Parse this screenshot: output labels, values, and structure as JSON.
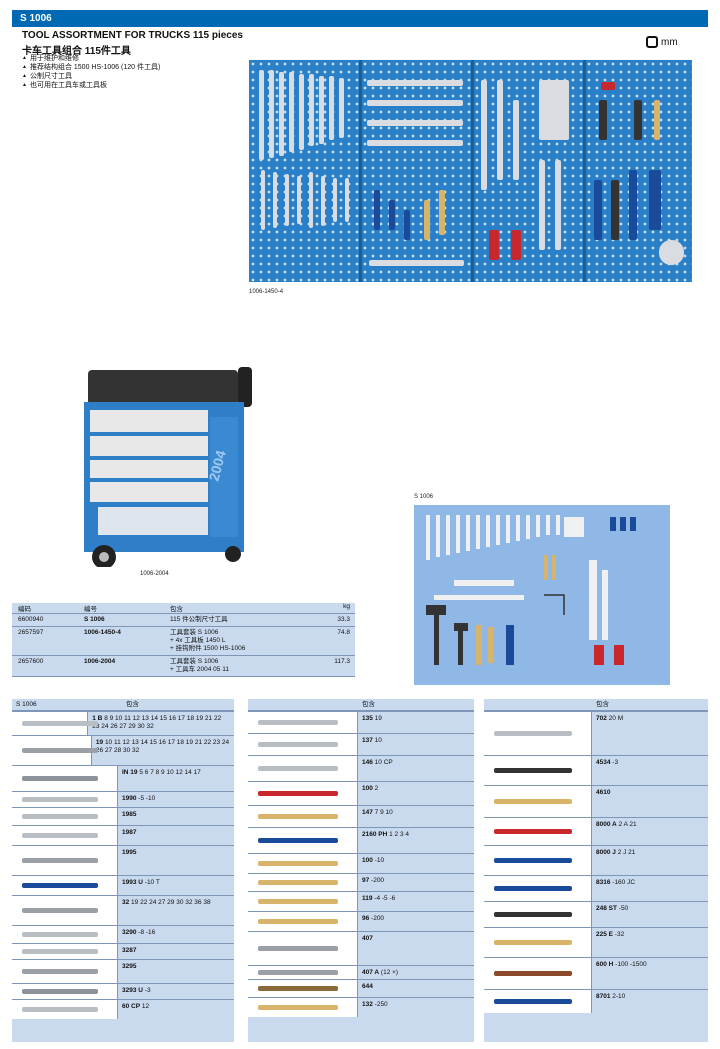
{
  "header": {
    "code": "S 1006"
  },
  "title": {
    "en": "TOOL ASSORTMENT FOR TRUCKS 115 pieces",
    "cn": "卡车工具组合 115件工具",
    "bullets": [
      "用于维护和维修",
      "推荐结构组合 1500 HS-1006 (120 件工具)",
      "公制尺寸工具",
      "也可用在工具车或工具板"
    ]
  },
  "unit_badge": {
    "icon": "hex-nut-icon",
    "label": "mm"
  },
  "captions": {
    "pegboard": "1006-1450-4",
    "cart": "1006-2004",
    "tray": "S 1006"
  },
  "order_table": {
    "headers": [
      "编码",
      "编号",
      "包含",
      "kg"
    ],
    "rows": [
      {
        "code": "6600940",
        "item": "S 1006",
        "desc": "115 件公制尺寸工具",
        "kg": "33.3"
      },
      {
        "code": "2657597",
        "item": "1006-1450-4",
        "desc": "工具套装 S 1006\n+ 4x 工具板 1450 L\n+ 挂钩附件 1500 HS-1006",
        "kg": "74.8"
      },
      {
        "code": "2657600",
        "item": "1006-2004",
        "desc": "工具套装 S 1006\n+ 工具车 2004 05 11",
        "kg": "117.3"
      }
    ]
  },
  "contents": {
    "col1": {
      "header_left": "S 1006",
      "header_right": "包含",
      "rows": [
        {
          "name": "combination-wrench",
          "code": "1 B",
          "sizes": "8 9 10 11 12 13 14 15 16 17 18 19 21 22 23 24 26 27 29 30 32"
        },
        {
          "name": "socket",
          "code": "19",
          "sizes": "10 11 12 13 14 15 16 17 18 19 21 22 23 24 26 27 28 30 32"
        },
        {
          "name": "bit-socket",
          "code": "IN 19",
          "sizes": "5 6 7 8 9 10 12 14 17"
        },
        {
          "name": "extension",
          "code": "1990",
          "sizes": "-5 -10"
        },
        {
          "name": "tommy-bar",
          "code": "1985",
          "sizes": ""
        },
        {
          "name": "sliding-t-handle",
          "code": "1987",
          "sizes": ""
        },
        {
          "name": "universal-joint",
          "code": "1995",
          "sizes": ""
        },
        {
          "name": "ratchet",
          "code": "1993 U",
          "sizes": "-10 T"
        },
        {
          "name": "large-socket",
          "code": "32",
          "sizes": "19 22 24 27 29 30 32 36 38"
        },
        {
          "name": "large-extension",
          "code": "3290",
          "sizes": "-8 -16"
        },
        {
          "name": "t-bar",
          "code": "3287",
          "sizes": ""
        },
        {
          "name": "large-universal-joint",
          "code": "3295",
          "sizes": ""
        },
        {
          "name": "large-ratchet",
          "code": "3293 U",
          "sizes": "-3"
        },
        {
          "name": "adjustable-wrench",
          "code": "60 CP",
          "sizes": "12"
        }
      ]
    },
    "col2": {
      "header_right": "包含",
      "rows": [
        {
          "name": "pliers-combination",
          "code": "135",
          "sizes": "19"
        },
        {
          "name": "pliers-long-nose",
          "code": "137",
          "sizes": "10"
        },
        {
          "name": "water-pump-pliers",
          "code": "146",
          "sizes": "10 CP"
        },
        {
          "name": "pipe-wrench",
          "code": "100",
          "sizes": "2"
        },
        {
          "name": "screwdriver-slotted",
          "code": "147",
          "sizes": "7 9 10"
        },
        {
          "name": "screwdriver-phillips",
          "code": "2160 PH",
          "sizes": "1 2 3 4"
        },
        {
          "name": "chisel",
          "code": "100",
          "sizes": "-10"
        },
        {
          "name": "pin-punch",
          "code": "97",
          "sizes": "-200"
        },
        {
          "name": "centre-punch",
          "code": "119",
          "sizes": "-4 -5 -6"
        },
        {
          "name": "drift",
          "code": "96",
          "sizes": "-200"
        },
        {
          "name": "hacksaw",
          "code": "407",
          "sizes": ""
        },
        {
          "name": "hacksaw-blades",
          "code": "407 A",
          "sizes": "(12 ×)"
        },
        {
          "name": "wire-brush",
          "code": "644",
          "sizes": ""
        },
        {
          "name": "file",
          "code": "132",
          "sizes": "-250"
        }
      ]
    },
    "col3": {
      "header_right": "包含",
      "rows": [
        {
          "name": "feeler-gauge",
          "code": "702",
          "sizes": "20 M"
        },
        {
          "name": "tape-measure",
          "code": "4534",
          "sizes": "-3"
        },
        {
          "name": "test-screwdriver",
          "code": "4610",
          "sizes": ""
        },
        {
          "name": "circlip-pliers-a",
          "code": "8000 A",
          "sizes": "2 A 21"
        },
        {
          "name": "circlip-pliers-j",
          "code": "8000 J",
          "sizes": "2 J 21"
        },
        {
          "name": "side-cutter",
          "code": "8316",
          "sizes": "-160 JC"
        },
        {
          "name": "hammer-steel",
          "code": "248 ST",
          "sizes": "-50"
        },
        {
          "name": "hammer-soft",
          "code": "225 E",
          "sizes": "-32"
        },
        {
          "name": "hammer-machinist",
          "code": "600 H",
          "sizes": "-100 -1500"
        },
        {
          "name": "file-flat",
          "code": "8701",
          "sizes": "2-10"
        }
      ]
    }
  }
}
